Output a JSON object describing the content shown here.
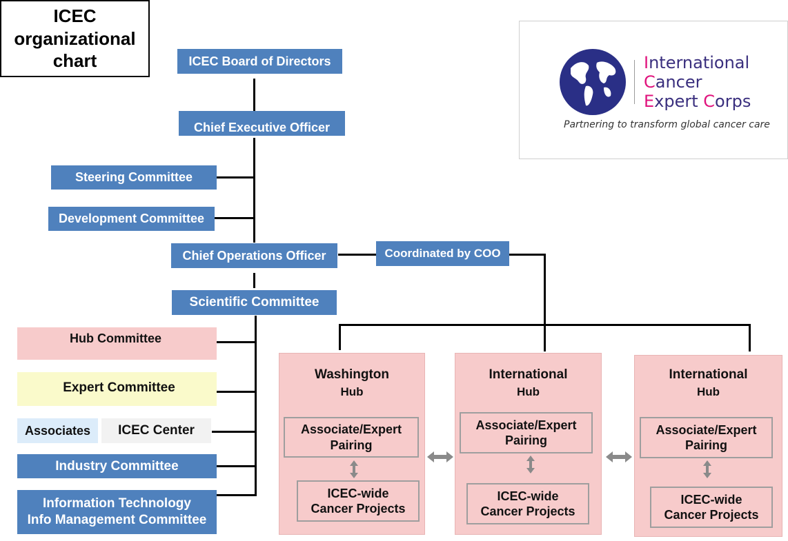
{
  "title": {
    "line1": "ICEC",
    "line2": "organizational",
    "line3": "chart"
  },
  "logo": {
    "line1_first": "I",
    "line1_rest": "nternational",
    "line2_first": "C",
    "line2_rest": "ancer",
    "line3_first": "E",
    "line3_mid": "xpert ",
    "line3_second": "C",
    "line3_rest": "orps",
    "tagline": "Partnering to transform global cancer care"
  },
  "nodes": {
    "board": "ICEC Board of Directors",
    "ceo": "Chief Executive Officer",
    "steering": "Steering Committee",
    "development": "Development Committee",
    "coo": "Chief Operations Officer",
    "coordinated": "Coordinated by COO",
    "scientific": "Scientific Committee",
    "hub_committee": "Hub Committee",
    "expert_committee": "Expert Committee",
    "associates": "Associates",
    "icec_center": "ICEC Center",
    "industry": "Industry Committee",
    "it_line1": "Information Technology",
    "it_line2": "Info Management Committee"
  },
  "hubs": [
    {
      "name": "Washington",
      "sub": "Hub",
      "pairing_l1": "Associate/Expert",
      "pairing_l2": "Pairing",
      "projects_l1": "ICEC-wide",
      "projects_l2": "Cancer Projects"
    },
    {
      "name": "International",
      "sub": "Hub",
      "pairing_l1": "Associate/Expert",
      "pairing_l2": "Pairing",
      "projects_l1": "ICEC-wide",
      "projects_l2": "Cancer Projects"
    },
    {
      "name": "International",
      "sub": "Hub",
      "pairing_l1": "Associate/Expert",
      "pairing_l2": "Pairing",
      "projects_l1": "ICEC-wide",
      "projects_l2": "Cancer Projects"
    }
  ],
  "colors": {
    "blue": "#4f81bd",
    "pink": "#f7cbcb",
    "yellow": "#fafacb",
    "light_blue": "#dcecfa",
    "brand_navy": "#3a2f7e",
    "brand_magenta": "#e0137d",
    "globe": "#2a2f86"
  }
}
